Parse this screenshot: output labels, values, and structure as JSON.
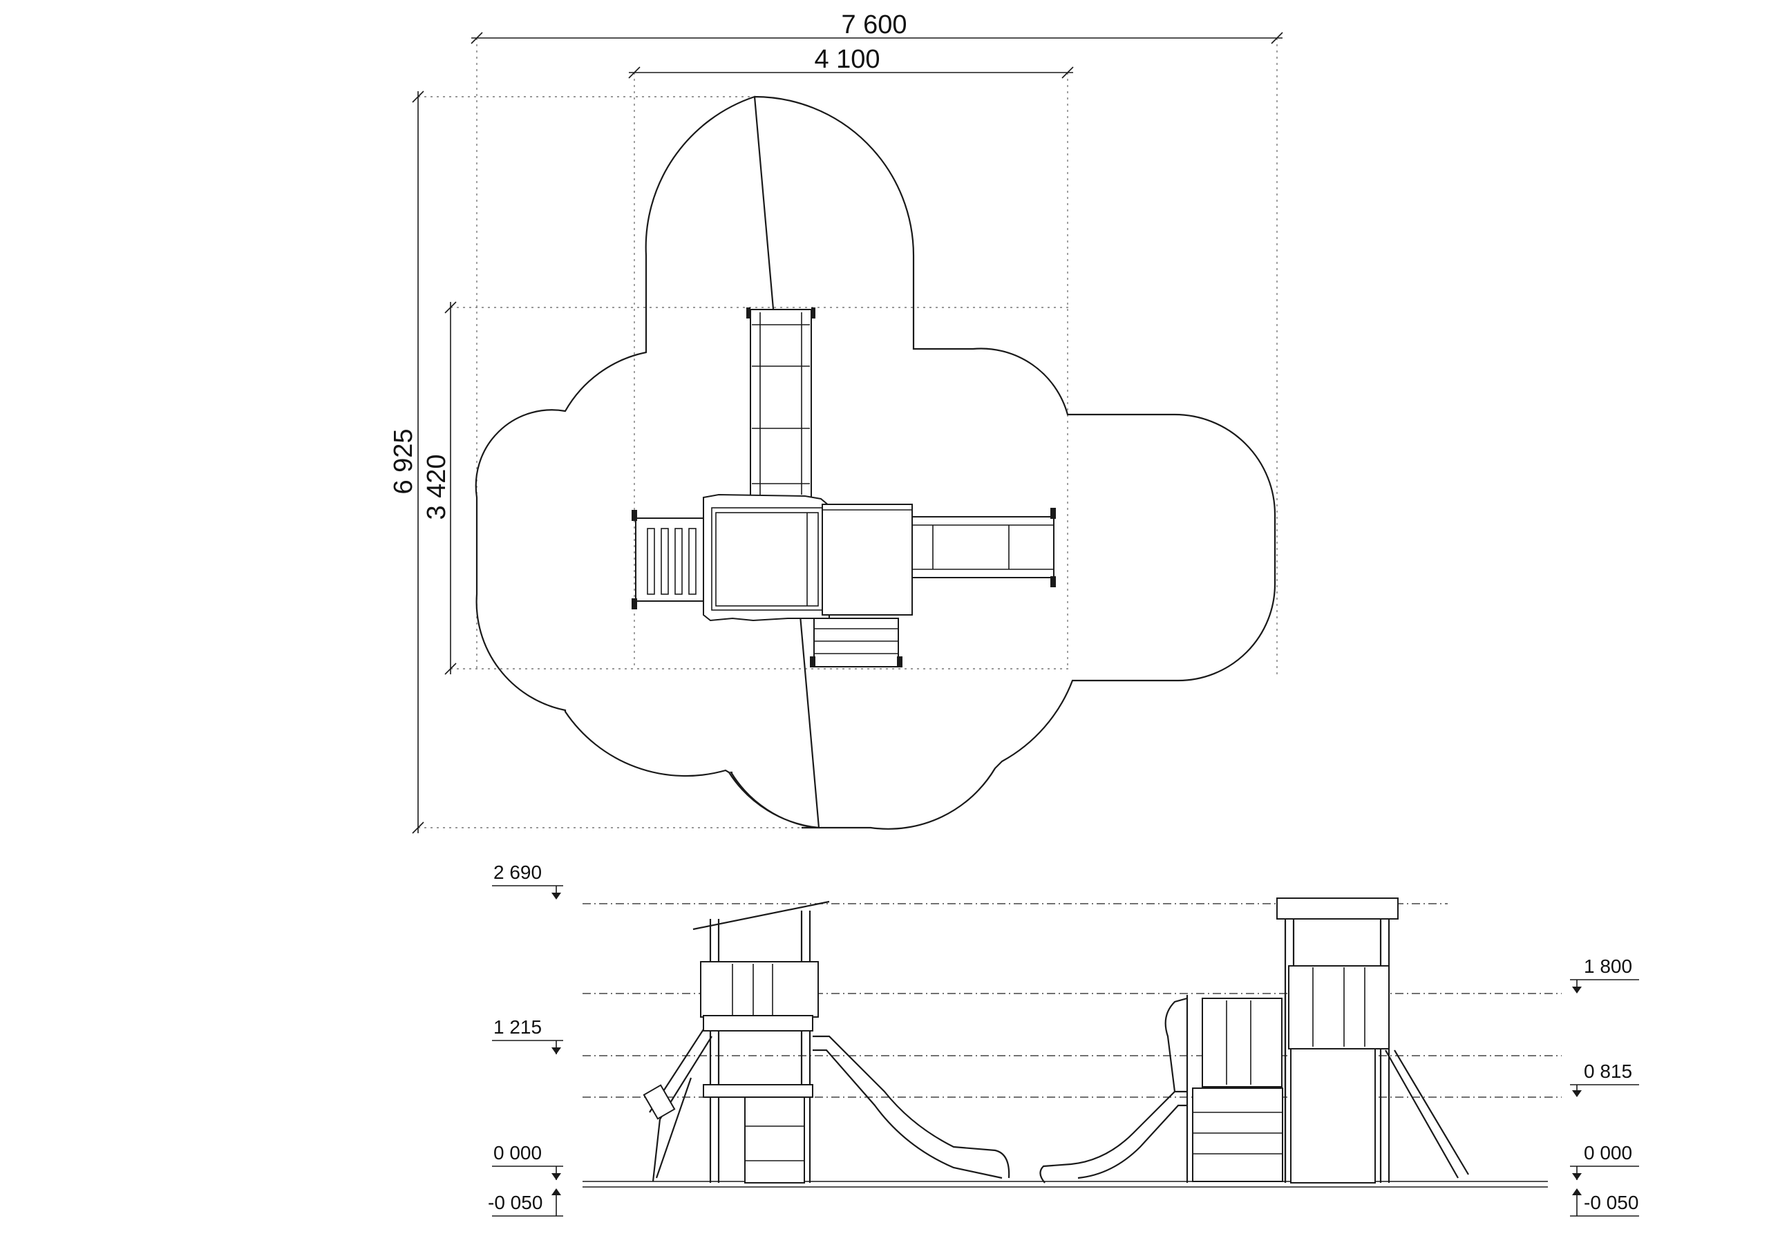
{
  "plan_dimensions": {
    "overall_width": "7 600",
    "inner_width": "4 100",
    "overall_depth": "6 925",
    "inner_depth": "3 420"
  },
  "elevation_levels": {
    "left": [
      "2 690",
      "1 215",
      "0 000",
      "-0 050"
    ],
    "right": [
      "1 800",
      "0 815",
      "0 000",
      "-0 050"
    ]
  }
}
